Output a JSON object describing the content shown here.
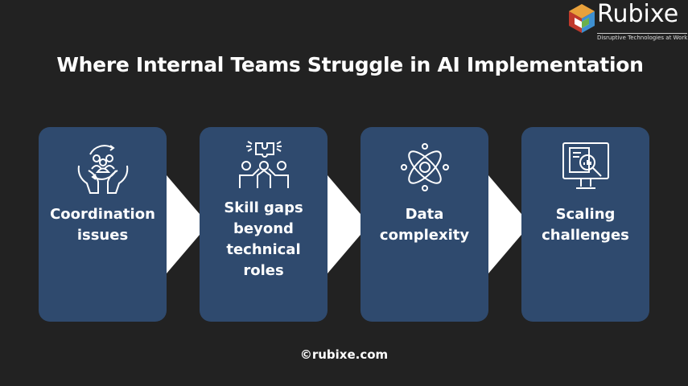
{
  "logo": {
    "name": "Rubixe",
    "tagline": "Disruptive Technologies at Work"
  },
  "title": "Where Internal Teams Struggle in AI Implementation",
  "colors": {
    "background": "#222222",
    "card": "#2f4a6e",
    "arrow": "#ffffff",
    "text": "#ffffff"
  },
  "steps": [
    {
      "label": "Coordination issues",
      "icon": "hands-team-cycle-icon"
    },
    {
      "label": "Skill gaps beyond technical roles",
      "icon": "team-puzzle-icon"
    },
    {
      "label": "Data complexity",
      "icon": "data-network-icon"
    },
    {
      "label": "Scaling challenges",
      "icon": "monitor-analytics-icon"
    }
  ],
  "footer": "©rubixe.com"
}
